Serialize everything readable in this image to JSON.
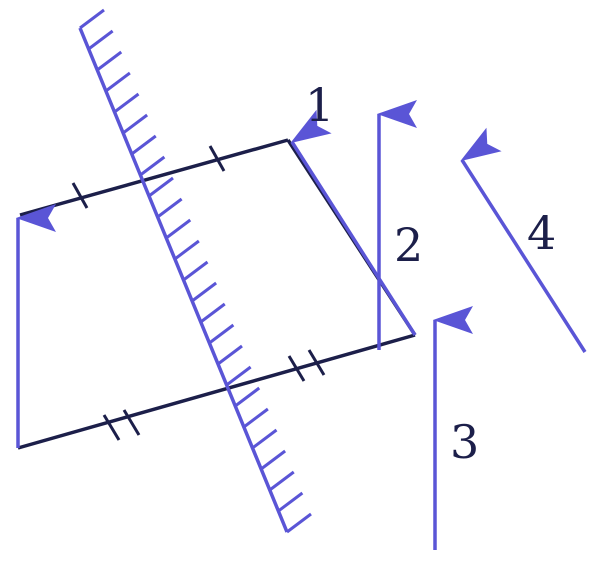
{
  "labels": {
    "one": "1",
    "two": "2",
    "three": "3",
    "four": "4"
  },
  "colors": {
    "outline": "#1c1f4a",
    "vectors": "#5a55d6",
    "mirror": "#5a55d6",
    "label": "#1c1f4a"
  }
}
